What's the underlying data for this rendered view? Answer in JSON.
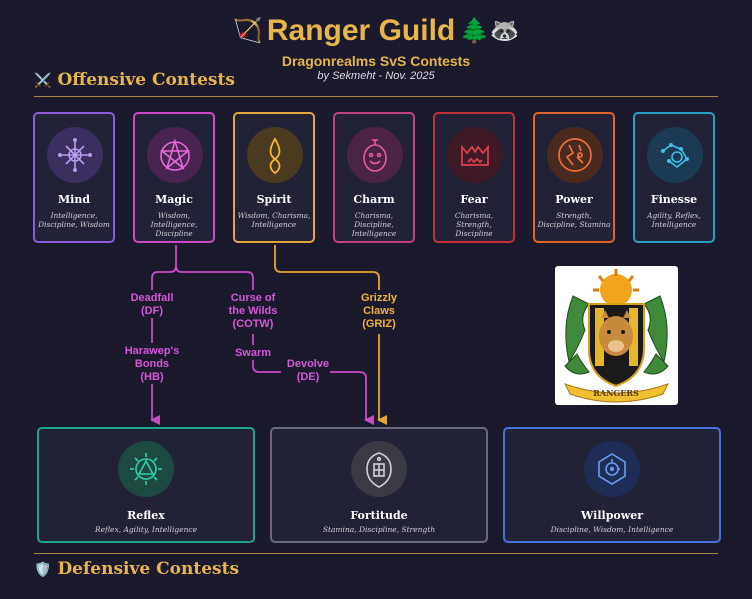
{
  "header": {
    "title": "Ranger Guild",
    "subtitle": "Dragonrealms SvS Contests",
    "byline": "by Sekmeht -  Nov. 2025",
    "title_icon_left": "bow-and-arrow-icon",
    "title_icon_right_1": "evergreen-tree-icon",
    "title_icon_right_2": "raccoon-icon"
  },
  "offensive": {
    "heading": "Offensive Contests",
    "icon": "crossed-swords-icon",
    "cards": [
      {
        "name": "Mind",
        "attributes": "Intelligence, Discipline, Wisdom",
        "color": "#8b5cd6",
        "icon": "mind-compass-icon"
      },
      {
        "name": "Magic",
        "attributes": "Wisdom, Intelligence, Discipline",
        "color": "#c84bc2",
        "icon": "pentagram-icon"
      },
      {
        "name": "Spirit",
        "attributes": "Wisdom, Charisma, Intelligence",
        "color": "#e2a73a",
        "icon": "spirit-flame-icon"
      },
      {
        "name": "Charm",
        "attributes": "Charisma, Discipline, Intelligence",
        "color": "#c2407f",
        "icon": "smiling-face-icon"
      },
      {
        "name": "Fear",
        "attributes": "Charisma, Strength, Discipline",
        "color": "#c22f3a",
        "icon": "screaming-face-icon"
      },
      {
        "name": "Power",
        "attributes": "Strength, Discipline, Stamina",
        "color": "#e0642a",
        "icon": "power-rune-icon"
      },
      {
        "name": "Finesse",
        "attributes": "Agility, Reflex, Intelligence",
        "color": "#2a9ec0",
        "icon": "constellation-icon"
      }
    ]
  },
  "flow_labels": {
    "deadfall": "Deadfall\n(DF)",
    "curse": "Curse of\nthe Wilds\n(COTW)",
    "griz": "Grizzly\nClaws\n(GRIZ)",
    "harawep": "Harawep's\nBonds\n(HB)",
    "swarm": "Swarm",
    "devolve": "Devolve\n(DE)"
  },
  "defensive": {
    "heading": "Defensive Contests",
    "icon": "shield-icon",
    "cards": [
      {
        "name": "Reflex",
        "attributes": "Reflex, Agility, Intelligence",
        "color": "#1fa38a",
        "icon": "reflex-sun-icon"
      },
      {
        "name": "Fortitude",
        "attributes": "Stamina, Discipline, Strength",
        "color": "#6a6a78",
        "icon": "fortitude-shield-icon"
      },
      {
        "name": "Willpower",
        "attributes": "Discipline, Wisdom, Intelligence",
        "color": "#4a72d8",
        "icon": "willpower-eye-icon"
      }
    ]
  },
  "crest": {
    "banner_text": "RANGERS",
    "icon": "ranger-crest-icon"
  },
  "colors": {
    "background": "#1b1a2c",
    "gold": "#e6b64a",
    "magic_flow": "#c84bc2",
    "spirit_flow": "#e2a73a"
  }
}
